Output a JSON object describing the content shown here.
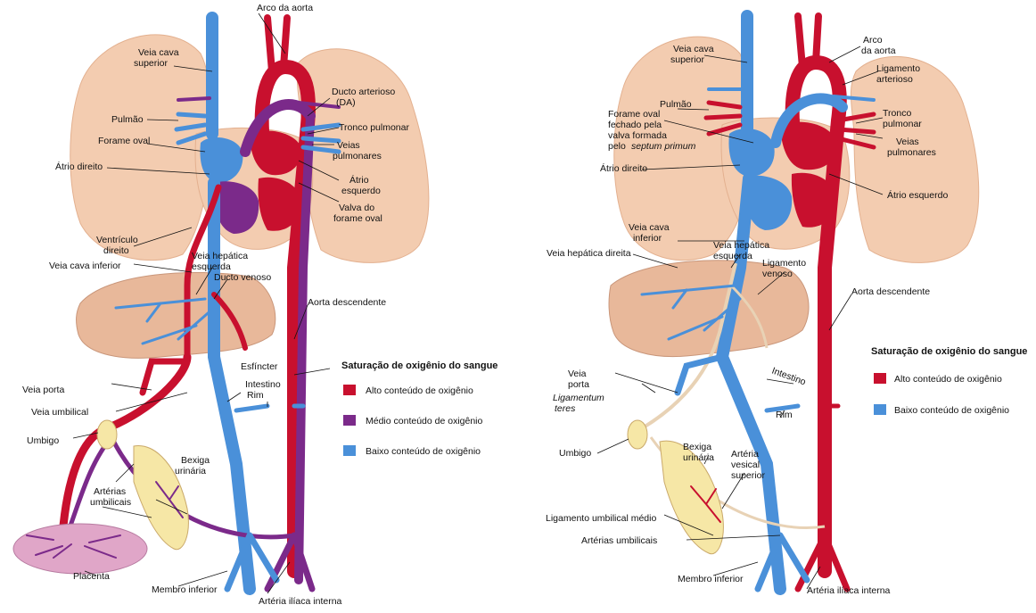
{
  "colors": {
    "high": "#c8102e",
    "medium": "#7b2a8a",
    "low": "#4a90d9",
    "lung": "#f3ccb0",
    "lung_stroke": "#e3b08f",
    "liver": "#e8b89a",
    "placenta": "#e0a6c8",
    "bladder": "#f6e7a6"
  },
  "left": {
    "labels": {
      "arco_aorta": "Arco da aorta",
      "veia_cava_superior_1": "Veia cava",
      "veia_cava_superior_2": "superior",
      "ducto_arterioso_1": "Ducto arterioso",
      "ducto_arterioso_2": "(DA)",
      "pulmao": "Pulmão",
      "tronco_pulmonar": "Tronco pulmonar",
      "forame_oval": "Forame oval",
      "veias_pulmonares_1": "Veias",
      "veias_pulmonares_2": "pulmonares",
      "atrio_direito": "Átrio direito",
      "atrio_esquerdo_1": "Átrio",
      "atrio_esquerdo_2": "esquerdo",
      "valva_forame_1": "Valva do",
      "valva_forame_2": "forame oval",
      "ventriculo_direito_1": "Ventrículo",
      "ventriculo_direito_2": "direito",
      "veia_cava_inferior": "Veia cava inferior",
      "veia_hepatica_1": "Veia hepática",
      "veia_hepatica_2": "esquerda",
      "ducto_venoso": "Ducto venoso",
      "aorta_descendente": "Aorta descendente",
      "esfincter": "Esfíncter",
      "intestino": "Intestino",
      "veia_porta": "Veia porta",
      "veia_umbilical": "Veia umbilical",
      "rim": "Rim",
      "umbigo": "Umbigo",
      "bexiga_1": "Bexiga",
      "bexiga_2": "urinária",
      "arterias_umbilicais_1": "Artérias",
      "arterias_umbilicais_2": "umbilicais",
      "placenta": "Placenta",
      "membro_inferior": "Membro inferior",
      "arteria_iliaca": "Artéria ilíaca interna"
    },
    "legend": {
      "title": "Saturação de oxigênio do sangue",
      "items": [
        {
          "label": "Alto conteúdo de oxigênio",
          "color": "#c8102e"
        },
        {
          "label": "Médio conteúdo de oxigênio",
          "color": "#7b2a8a"
        },
        {
          "label": "Baixo conteúdo de oxigênio",
          "color": "#4a90d9"
        }
      ]
    }
  },
  "right": {
    "labels": {
      "veia_cava_superior_1": "Veia cava",
      "veia_cava_superior_2": "superior",
      "arco_aorta_1": "Arco",
      "arco_aorta_2": "da aorta",
      "ligamento_arterioso_1": "Ligamento",
      "ligamento_arterioso_2": "arterioso",
      "pulmao": "Pulmão",
      "forame_oval_1": "Forame oval",
      "forame_oval_2": "fechado pela",
      "forame_oval_3": "valva formada",
      "forame_oval_4": "pelo",
      "forame_oval_4i": "septum primum",
      "tronco_pulmonar_1": "Tronco",
      "tronco_pulmonar_2": "pulmonar",
      "veias_pulmonares_1": "Veias",
      "veias_pulmonares_2": "pulmonares",
      "atrio_direito": "Átrio direito",
      "atrio_esquerdo": "Átrio esquerdo",
      "veia_cava_inferior_1": "Veia cava",
      "veia_cava_inferior_2": "inferior",
      "veia_hepatica_esq_1": "Veia hepática",
      "veia_hepatica_esq_2": "esquerda",
      "veia_hepatica_dir": "Veia hepática direita",
      "ligamento_venoso_1": "Ligamento",
      "ligamento_venoso_2": "venoso",
      "aorta_descendente": "Aorta descendente",
      "veia_porta_1": "Veia",
      "veia_porta_2": "porta",
      "intestino": "Intestino",
      "ligamentum_teres_1": "Ligamentum",
      "ligamentum_teres_2": "teres",
      "rim": "Rim",
      "bexiga_1": "Bexiga",
      "bexiga_2": "urinária",
      "arteria_vesical_1": "Artéria",
      "arteria_vesical_2": "vesical",
      "arteria_vesical_3": "superior",
      "umbigo": "Umbigo",
      "ligamento_umbilical": "Ligamento umbilical médio",
      "arterias_umbilicais": "Artérias umbilicais",
      "membro_inferior": "Membro inferior",
      "arteria_iliaca": "Artéria ilíaca interna"
    },
    "legend": {
      "title": "Saturação de oxigênio do sangue",
      "items": [
        {
          "label": "Alto conteúdo de oxigênio",
          "color": "#c8102e"
        },
        {
          "label": "Baixo conteúdo de oxigênio",
          "color": "#4a90d9"
        }
      ]
    }
  }
}
